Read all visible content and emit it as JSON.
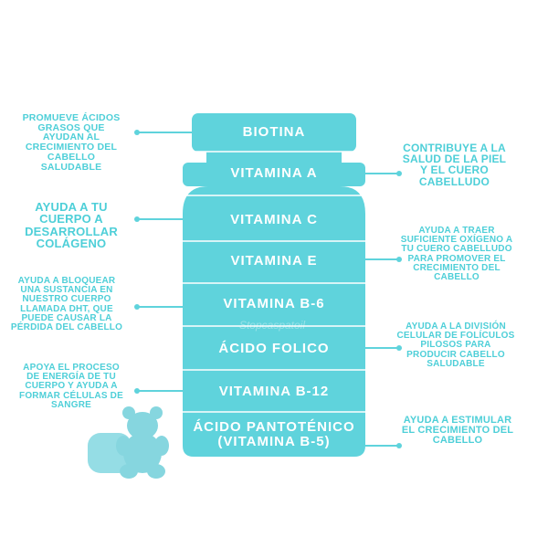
{
  "bottle_segments": [
    "BIOTINA",
    "VITAMINA A",
    "VITAMINA C",
    "VITAMINA E",
    "VITAMINA B-6",
    "ÁCIDO FOLICO",
    "VITAMINA B-12",
    "ÁCIDO PANTOTÉNICO (VITAMINA B-5)"
  ],
  "left_notes": [
    "PROMUEVE ÁCIDOS GRASOS QUE AYUDAN AL CRECIMIENTO DEL CABELLO SALUDABLE",
    "AYUDA A TU CUERPO A DESARROLLAR COLÁGENO",
    "AYUDA A BLOQUEAR UNA SUSTANCIA EN NUESTRO CUERPO LLAMADA DHT, QUE PUEDE CAUSAR LA PÉRDIDA DEL CABELLO",
    "APOYA EL PROCESO DE ENERGÍA DE TU CUERPO Y AYUDA A FORMAR CÉLULAS DE SANGRE"
  ],
  "right_notes": [
    "CONTRIBUYE A LA SALUD DE LA PIEL Y EL CUERO CABELLUDO",
    "AYUDA A TRAER SUFICIENTE OXÍGENO A TU CUERO CABELLUDO PARA PROMOVER EL CRECIMIENTO DEL CABELLO",
    "AYUDA A LA DIVISIÓN CELULAR DE FOLÍCULOS PILOSOS PARA PRODUCIR CABELLO SALUDABLE",
    "AYUDA A ESTIMULAR EL CRECIMIENTO DEL CABELLO"
  ],
  "watermark": "Stopcaspatoil",
  "colors": {
    "bottle": "#5fd3dc",
    "text": "#4ecfd8",
    "gummy": "#8fdfe6"
  }
}
